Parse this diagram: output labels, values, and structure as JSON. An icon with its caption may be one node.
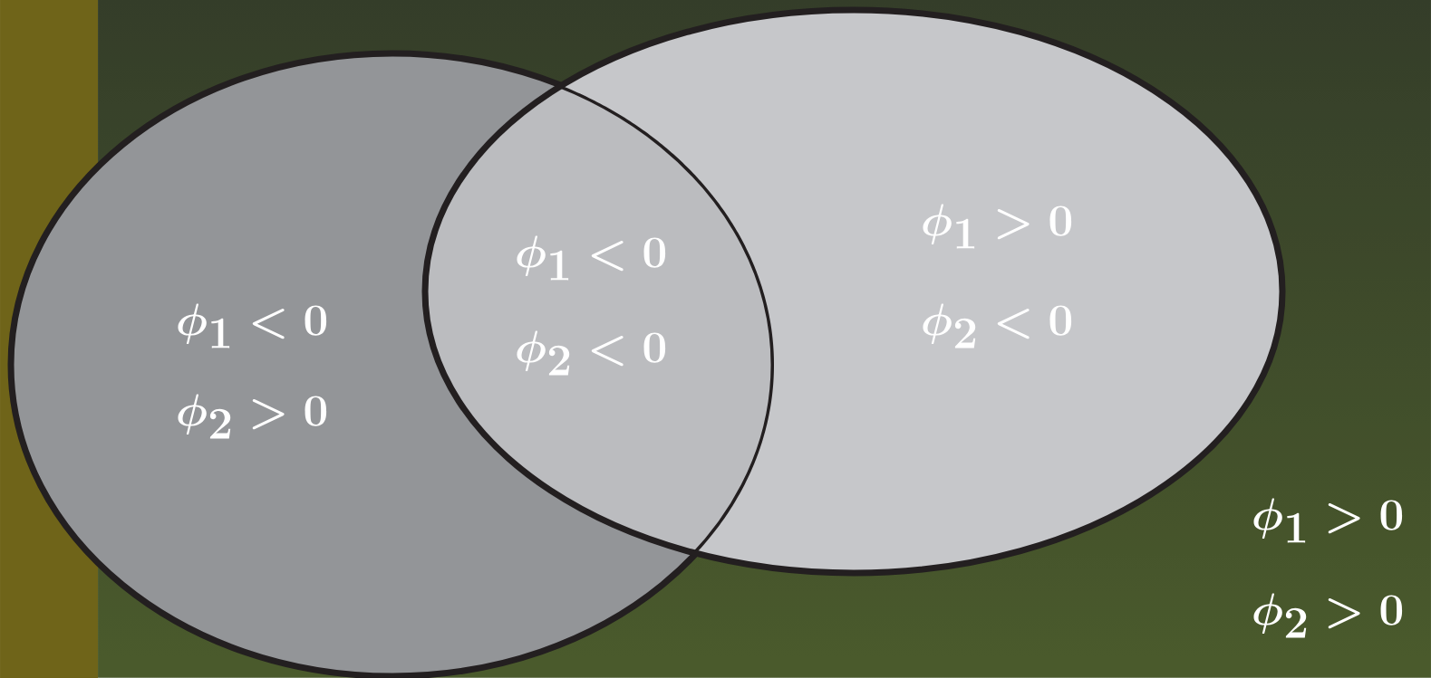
{
  "diagram": {
    "nodes": [
      {
        "text": [
          "\\phi_1 < 0",
          "\\phi_2 > 0"
        ]
      },
      {
        "text": [
          "\\phi_1 > 0",
          "\\phi_2 < 0"
        ]
      }
    ],
    "labels": [
      "\\phi_1 < 0",
      "\\phi_2 < 0",
      "\\phi_1 > 0",
      "\\phi_2 > 0"
    ]
  }
}
